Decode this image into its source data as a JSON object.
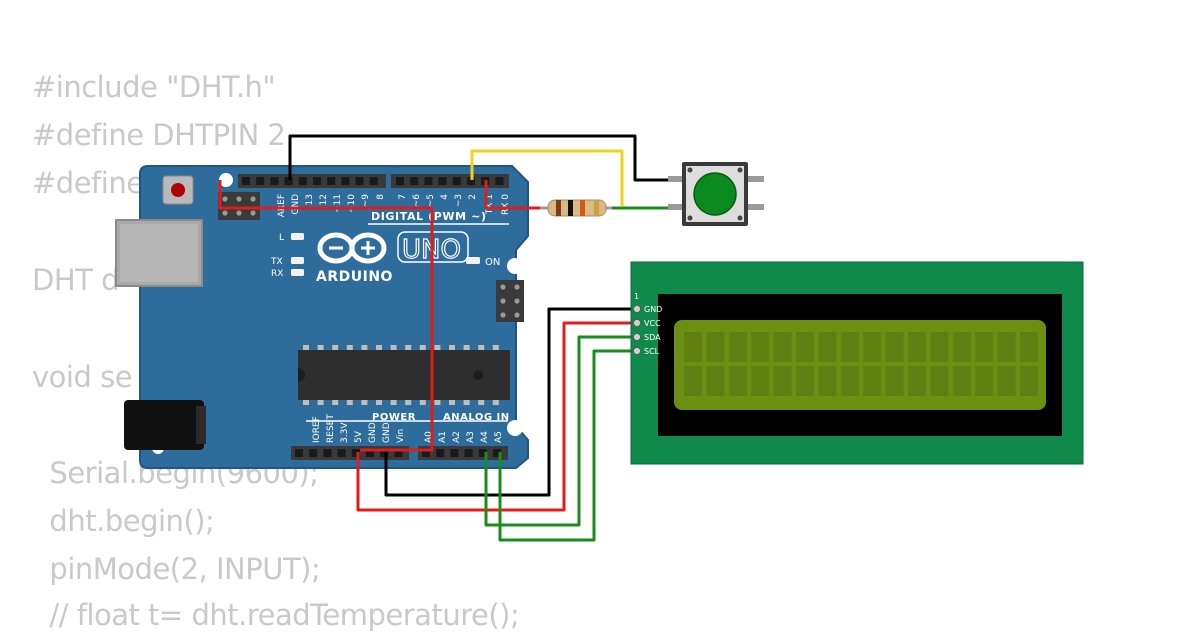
{
  "code_lines": [
    "#include \"DHT.h\"",
    "#define DHTPIN 2",
    "#define",
    "DHT d",
    "void se",
    "  Serial.begin(9600);",
    "  dht.begin();",
    "  pinMode(2, INPUT);",
    "  // float t= dht.readTemperature();"
  ],
  "arduino": {
    "brand": "ARDUINO",
    "model": "UNO",
    "digital_header_label": "DIGITAL (PWM ~)",
    "power_label": "POWER",
    "analog_label": "ANALOG IN",
    "led_labels": [
      "L",
      "TX",
      "RX",
      "ON"
    ],
    "top_pin_labels": [
      "AREF",
      "GND",
      "13",
      "12",
      "~11",
      "~10",
      "~9",
      "8",
      "7",
      "~6",
      "~5",
      "4",
      "~3",
      "2",
      "TX 1",
      "RX 0"
    ],
    "bottom_pin_labels": [
      "IOREF",
      "RESET",
      "3.3V",
      "5V",
      "GND",
      "GND",
      "Vin",
      "A0",
      "A1",
      "A2",
      "A3",
      "A4",
      "A5"
    ],
    "colors": {
      "board": "#2d6c9b",
      "board_dark": "#1f5580",
      "chip": "#2e2e2e"
    }
  },
  "lcd": {
    "pin_number": "1",
    "pins": [
      "GND",
      "VCC",
      "SDA",
      "SCL"
    ],
    "colors": {
      "pcb": "#0f8a4a",
      "bezel": "#000000",
      "screen": "#6c8f12",
      "cell": "#5f7f10"
    }
  },
  "button": {
    "cap_color": "#0a8a1e"
  },
  "resistor": {
    "bands": [
      "#7a3d1a",
      "#111111",
      "#d25b14",
      "#c8a23c"
    ]
  },
  "wire_colors": {
    "black": "#000000",
    "red": "#e41b1b",
    "yellow": "#f0d21c",
    "green": "#1a8c1a"
  }
}
